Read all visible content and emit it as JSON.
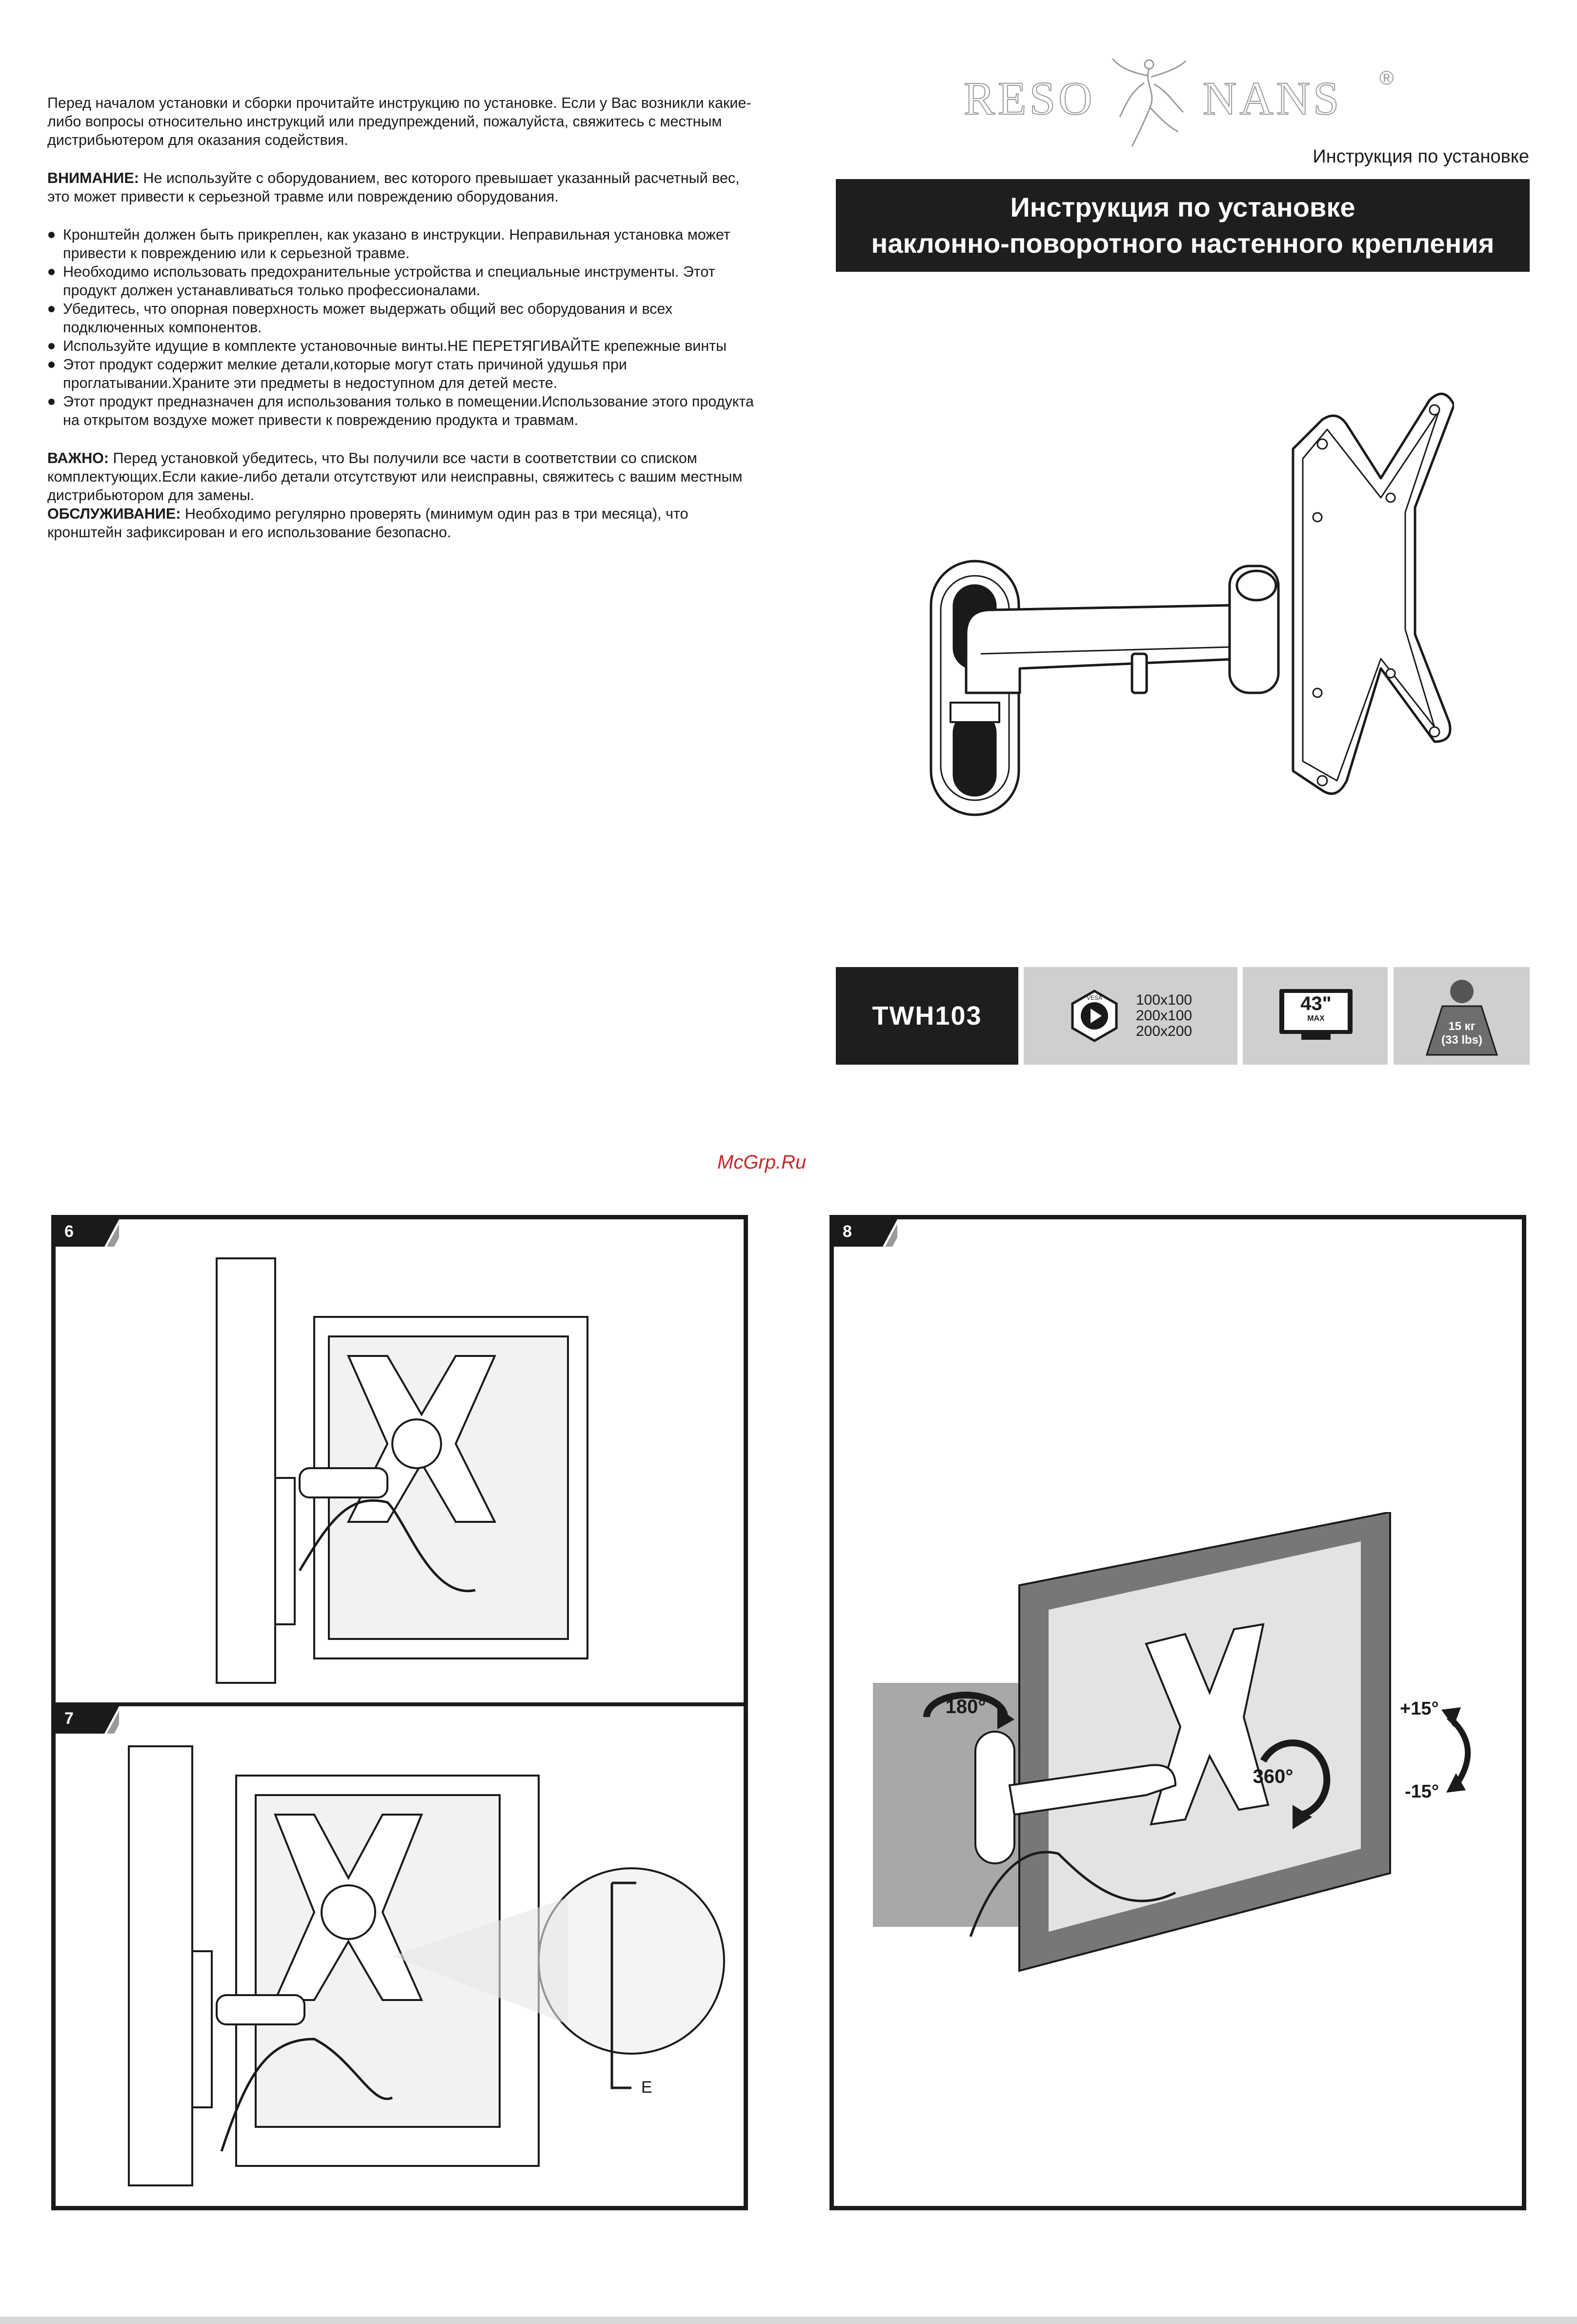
{
  "logo": {
    "left": "RESO",
    "right": "NANS",
    "mark": "®"
  },
  "header": {
    "subtitle": "Инструкция по установке",
    "title_line1": "Инструкция по установке",
    "title_line2": "наклонно-поворотного настенного крепления"
  },
  "intro": {
    "p1": "Перед началом установки и сборки прочитайте инструкцию по установке. Если у Вас возникли какие-либо вопросы относительно инструкций или предупреждений, пожалуйста, свяжитесь с местным дистрибьютером для оказания содействия.",
    "warning_label": "ВНИМАНИЕ:",
    "warning_text": " Не используйте с оборудованием, вес которого превышает указанный расчетный вес, это может привести к серьезной травме или повреждению оборудования.",
    "bullets": [
      "Кронштейн должен быть прикреплен, как указано в инструкции. Неправильная установка может привести к повреждению или к серьезной травме.",
      "Необходимо использовать предохранительные устройства и специальные инструменты. Этот продукт должен устанавливаться только профессионалами.",
      "Убедитесь, что опорная поверхность может выдержать общий вес оборудования и всех подключенных компонентов.",
      "Используйте идущие в комплекте установочные винты.НЕ ПЕРЕТЯГИВАЙТЕ крепежные винты",
      "Этот продукт содержит мелкие детали,которые могут стать причиной удушья при проглатывании.Храните эти предметы в недоступном для детей месте.",
      "Этот продукт предназначен для использования только в помещении.Использование этого продукта на открытом воздухе может привести к повреждению продукта и травмам."
    ],
    "important_label": "ВАЖНО:",
    "important_text": " Перед установкой убедитесь, что Вы получили все части в соответствии со списком комплектующих.Если какие-либо детали отсутствуют или неисправны, свяжитесь с вашим местным дистрибьютором для замены.",
    "service_label": "ОБСЛУЖИВАНИЕ:",
    "service_text": " Необходимо регулярно проверять (минимум один раз в три месяца), что кронштейн зафиксирован и его использование безопасно."
  },
  "specs": {
    "model": "TWH103",
    "vesa": [
      "100x100",
      "200x100",
      "200x200"
    ],
    "vesa_badge": "VESA",
    "screen_size": "43\"",
    "screen_max": "MAX",
    "weight_kg": "15 кг",
    "weight_lbs": "(33 lbs)"
  },
  "watermark": "McGrp.Ru",
  "steps": [
    {
      "number": "6"
    },
    {
      "number": "7",
      "callout_label": "E"
    },
    {
      "number": "8",
      "rotate_wall": "180°",
      "rotate_plate": "360°",
      "tilt_up": "+15°",
      "tilt_down": "-15°"
    }
  ],
  "colors": {
    "banner": "#1e1e1e",
    "spec_bg": "#cfcfcf",
    "watermark": "#c62828"
  }
}
